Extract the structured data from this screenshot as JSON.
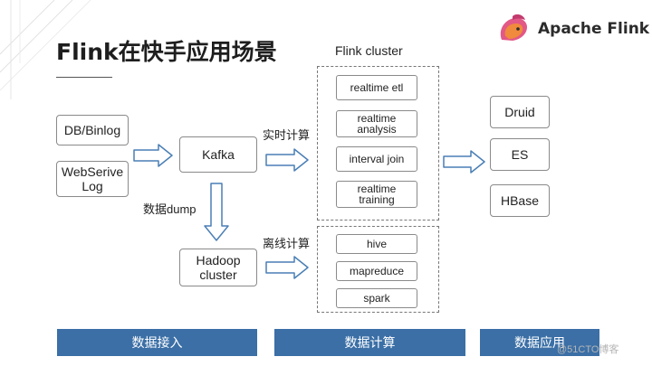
{
  "slide": {
    "title": "Flink在快手应用场景",
    "brand_name": "Apache Flink",
    "logo_icon": "squirrel-logo-icon"
  },
  "sources": [
    "DB/Binlog",
    "WebSerive\nLog"
  ],
  "kafka": "Kafka",
  "hadoop": "Hadoop\ncluster",
  "edge_labels": {
    "dump": "数据dump",
    "realtime": "实时计算",
    "offline": "离线计算"
  },
  "flink_cluster": {
    "title": "Flink cluster",
    "realtime_jobs": [
      "realtime etl",
      "realtime\nanalysis",
      "interval join",
      "realtime\ntraining"
    ],
    "offline_jobs": [
      "hive",
      "mapreduce",
      "spark"
    ]
  },
  "sinks": [
    "Druid",
    "ES",
    "HBase"
  ],
  "bottom_bars": [
    "数据接入",
    "数据计算",
    "数据应用"
  ],
  "watermark": "@51CTO博客",
  "colors": {
    "bar": "#3b6fa6",
    "arrow_stroke": "#4a7fb5",
    "logo_pink": "#e25886",
    "logo_orange": "#f08a3c"
  }
}
